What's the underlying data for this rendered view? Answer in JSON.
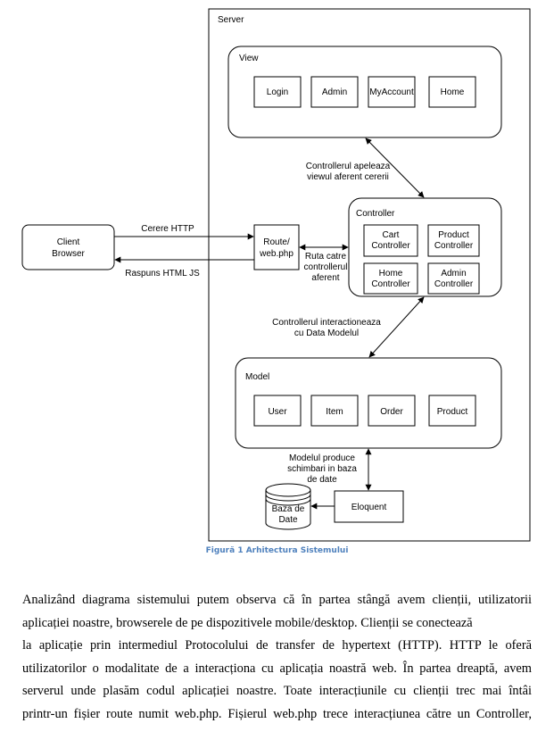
{
  "diagram": {
    "server_label": "Server",
    "view": {
      "title": "View",
      "items": [
        "Login",
        "Admin",
        "MyAccount",
        "Home"
      ]
    },
    "controller": {
      "title": "Controller",
      "items": [
        [
          "Cart",
          "Controller"
        ],
        [
          "Product",
          "Controller"
        ],
        [
          "Home",
          "Controller"
        ],
        [
          "Admin",
          "Controller"
        ]
      ]
    },
    "model": {
      "title": "Model",
      "items": [
        "User",
        "Item",
        "Order",
        "Product"
      ]
    },
    "client": [
      "Client",
      "Browser"
    ],
    "route": [
      "Route/",
      "web.php"
    ],
    "eloquent": "Eloquent",
    "database": [
      "Baza de",
      "Date"
    ],
    "edges": {
      "request": "Cerere HTTP",
      "response": "Raspuns HTML JS",
      "route_to_controller": [
        "Ruta catre",
        "controllerul",
        "aferent"
      ],
      "controller_calls_view": [
        "Controllerul apeleaza",
        "viewul aferent cererii"
      ],
      "controller_to_model": [
        "Controllerul interactioneaza",
        "cu Data Modelul"
      ],
      "model_to_db": [
        "Modelul produce",
        "schimbari in baza",
        "de date"
      ]
    }
  },
  "caption": "Figură 1 Arhitectura Sistemului",
  "paragraph_lines": [
    "Analizând diagrama sistemului putem observa că în partea stângă avem clienții, utilizatorii",
    "aplicației noastre, browserele de pe dispozitivele mobile/desktop. Clienții se conectează",
    "la aplicație prin intermediul Protocolului de transfer de hypertext (HTTP). HTTP le oferă",
    "utilizatorilor o modalitate de a interacționa cu aplicația noastră web. În partea dreaptă, avem",
    "serverul unde plasăm codul aplicației noastre. Toate interacțiunile cu clienții trec mai întâi",
    "printr-un fișier route numit web.php. Fișierul web.php trece interacțiunea către un Controller,"
  ]
}
